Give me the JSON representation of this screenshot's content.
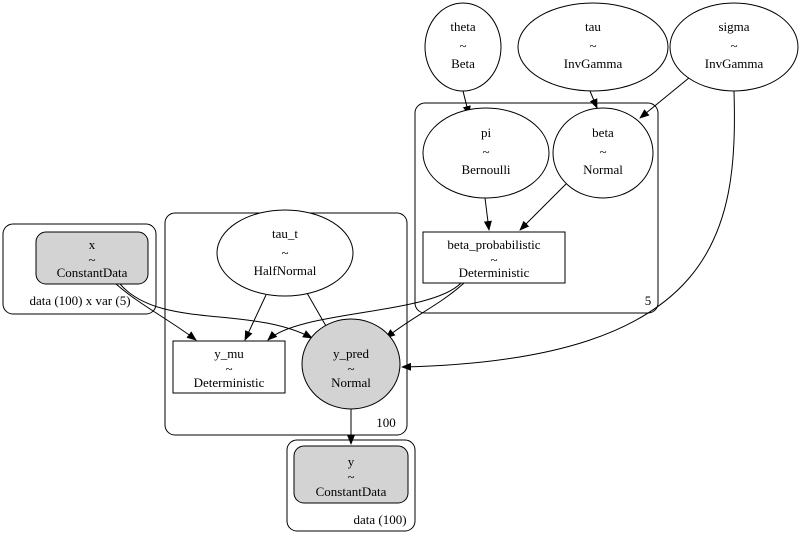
{
  "plates": [
    {
      "id": "plate-5",
      "label": "5"
    },
    {
      "id": "plate-data-var",
      "label": "data (100) x var (5)"
    },
    {
      "id": "plate-100",
      "label": "100"
    },
    {
      "id": "plate-data",
      "label": "data (100)"
    }
  ],
  "nodes": {
    "theta": {
      "name": "theta",
      "tilde": "~",
      "dist": "Beta",
      "shape": "ellipse",
      "observed": false
    },
    "tau": {
      "name": "tau",
      "tilde": "~",
      "dist": "InvGamma",
      "shape": "ellipse",
      "observed": false
    },
    "sigma": {
      "name": "sigma",
      "tilde": "~",
      "dist": "InvGamma",
      "shape": "ellipse",
      "observed": false
    },
    "pi": {
      "name": "pi",
      "tilde": "~",
      "dist": "Bernoulli",
      "shape": "ellipse",
      "observed": false
    },
    "beta": {
      "name": "beta",
      "tilde": "~",
      "dist": "Normal",
      "shape": "ellipse",
      "observed": false
    },
    "beta_probabilistic": {
      "name": "beta_probabilistic",
      "tilde": "~",
      "dist": "Deterministic",
      "shape": "box",
      "observed": false
    },
    "x": {
      "name": "x",
      "tilde": "~",
      "dist": "ConstantData",
      "shape": "rounded-box",
      "observed": true
    },
    "tau_t": {
      "name": "tau_t",
      "tilde": "~",
      "dist": "HalfNormal",
      "shape": "ellipse",
      "observed": false
    },
    "y_mu": {
      "name": "y_mu",
      "tilde": "~",
      "dist": "Deterministic",
      "shape": "box",
      "observed": false
    },
    "y_pred": {
      "name": "y_pred",
      "tilde": "~",
      "dist": "Normal",
      "shape": "ellipse",
      "observed": true
    },
    "y": {
      "name": "y",
      "tilde": "~",
      "dist": "ConstantData",
      "shape": "rounded-box",
      "observed": true
    }
  },
  "edges": [
    [
      "theta",
      "pi"
    ],
    [
      "tau",
      "beta"
    ],
    [
      "sigma",
      "beta"
    ],
    [
      "sigma",
      "y_pred"
    ],
    [
      "pi",
      "beta_probabilistic"
    ],
    [
      "beta",
      "beta_probabilistic"
    ],
    [
      "beta_probabilistic",
      "y_mu"
    ],
    [
      "beta_probabilistic",
      "y_pred"
    ],
    [
      "x",
      "y_mu"
    ],
    [
      "x",
      "y_pred"
    ],
    [
      "tau_t",
      "y_mu"
    ],
    [
      "tau_t",
      "y_pred"
    ],
    [
      "y_pred",
      "y"
    ]
  ],
  "colors": {
    "observed_fill": "#d3d3d3",
    "latent_fill": "#ffffff",
    "stroke": "#000000"
  }
}
